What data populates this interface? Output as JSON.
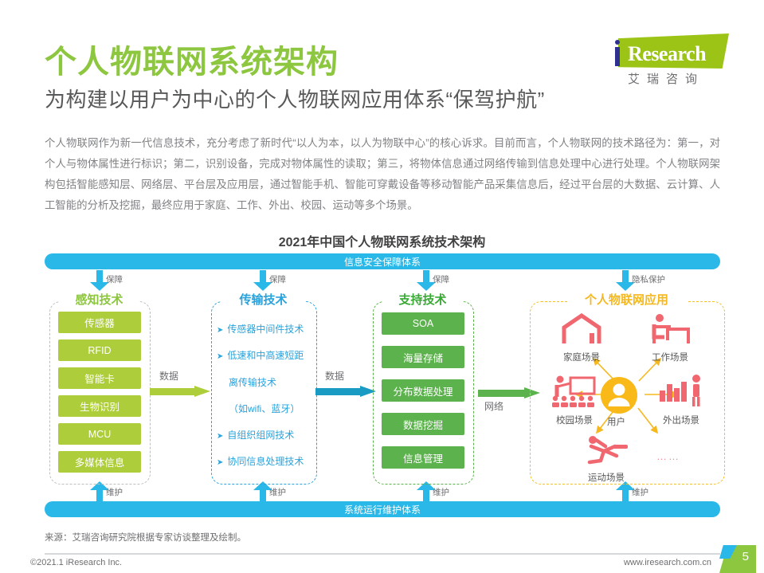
{
  "header": {
    "title": "个人物联网系统架构",
    "subtitle": "为构建以用户为中心的个人物联网应用体系“保驾护航”",
    "paragraph": "个人物联网作为新一代信息技术，充分考虑了新时代“以人为本，以人为物联中心”的核心诉求。目前而言，个人物联网的技术路径为：第一，对个人与物体属性进行标识；第二，识别设备，完成对物体属性的读取；第三，将物体信息通过网络传输到信息处理中心进行处理。个人物联网架构包括智能感知层、网络层、平台层及应用层，通过智能手机、智能可穿戴设备等移动智能产品采集信息后，经过平台层的大数据、云计算、人工智能的分析及挖掘，最终应用于家庭、工作、外出、校园、运动等多个场景。"
  },
  "logo": {
    "word": "Research",
    "cn": "艾瑞咨询"
  },
  "chart_data": {
    "type": "diagram",
    "title": "2021年中国个人物联网系统技术架构",
    "top_band": "信息安全保障体系",
    "bottom_band": "系统运行维护体系",
    "top_arrow_labels": [
      "保障",
      "保障",
      "保障",
      "隐私保护"
    ],
    "bottom_arrow_labels": [
      "维护",
      "维护",
      "维护",
      "维护"
    ],
    "flow_arrows": [
      {
        "label": "数据",
        "color": "#aecd3b"
      },
      {
        "label": "数据",
        "color": "#1a9bc4"
      },
      {
        "label": "网络",
        "color": "#5cb24c"
      }
    ],
    "columns": [
      {
        "name": "感知技术",
        "color": "#a6a8ab",
        "title_color": "#8dc63f",
        "style": "chips",
        "chip_color": "#aecd3b",
        "items": [
          "传感器",
          "RFID",
          "智能卡",
          "生物识别",
          "MCU",
          "多媒体信息"
        ]
      },
      {
        "name": "传输技术",
        "color": "#29a3dc",
        "title_color": "#29a3dc",
        "style": "bullets",
        "items": [
          {
            "bullet": true,
            "text": "传感器中间件技术"
          },
          {
            "bullet": true,
            "text": "低速和中高速短距"
          },
          {
            "bullet": false,
            "text": "离传输技术"
          },
          {
            "bullet": false,
            "text": "（如wifi、蓝牙）"
          },
          {
            "bullet": true,
            "text": "自组织组网技术"
          },
          {
            "bullet": true,
            "text": "协同信息处理技术"
          }
        ]
      },
      {
        "name": "支持技术",
        "color": "#5cb24c",
        "title_color": "#39a935",
        "style": "chips",
        "chip_color": "#5cb24c",
        "items": [
          "SOA",
          "海量存储",
          "分布数据处理",
          "数据挖掘",
          "信息管理"
        ]
      },
      {
        "name": "个人物联网应用",
        "color": "#f5c11e",
        "title_color": "#f5b81e",
        "style": "scenes",
        "center": "用户",
        "items": [
          "家庭场景",
          "工作场景",
          "校园场景",
          "外出场景",
          "运动场景",
          "……"
        ]
      }
    ]
  },
  "footer": {
    "source": "来源：艾瑞咨询研究院根据专家访谈整理及绘制。",
    "copyright": "©2021.1 iResearch Inc.",
    "website": "www.iresearch.com.cn",
    "page": "5"
  }
}
